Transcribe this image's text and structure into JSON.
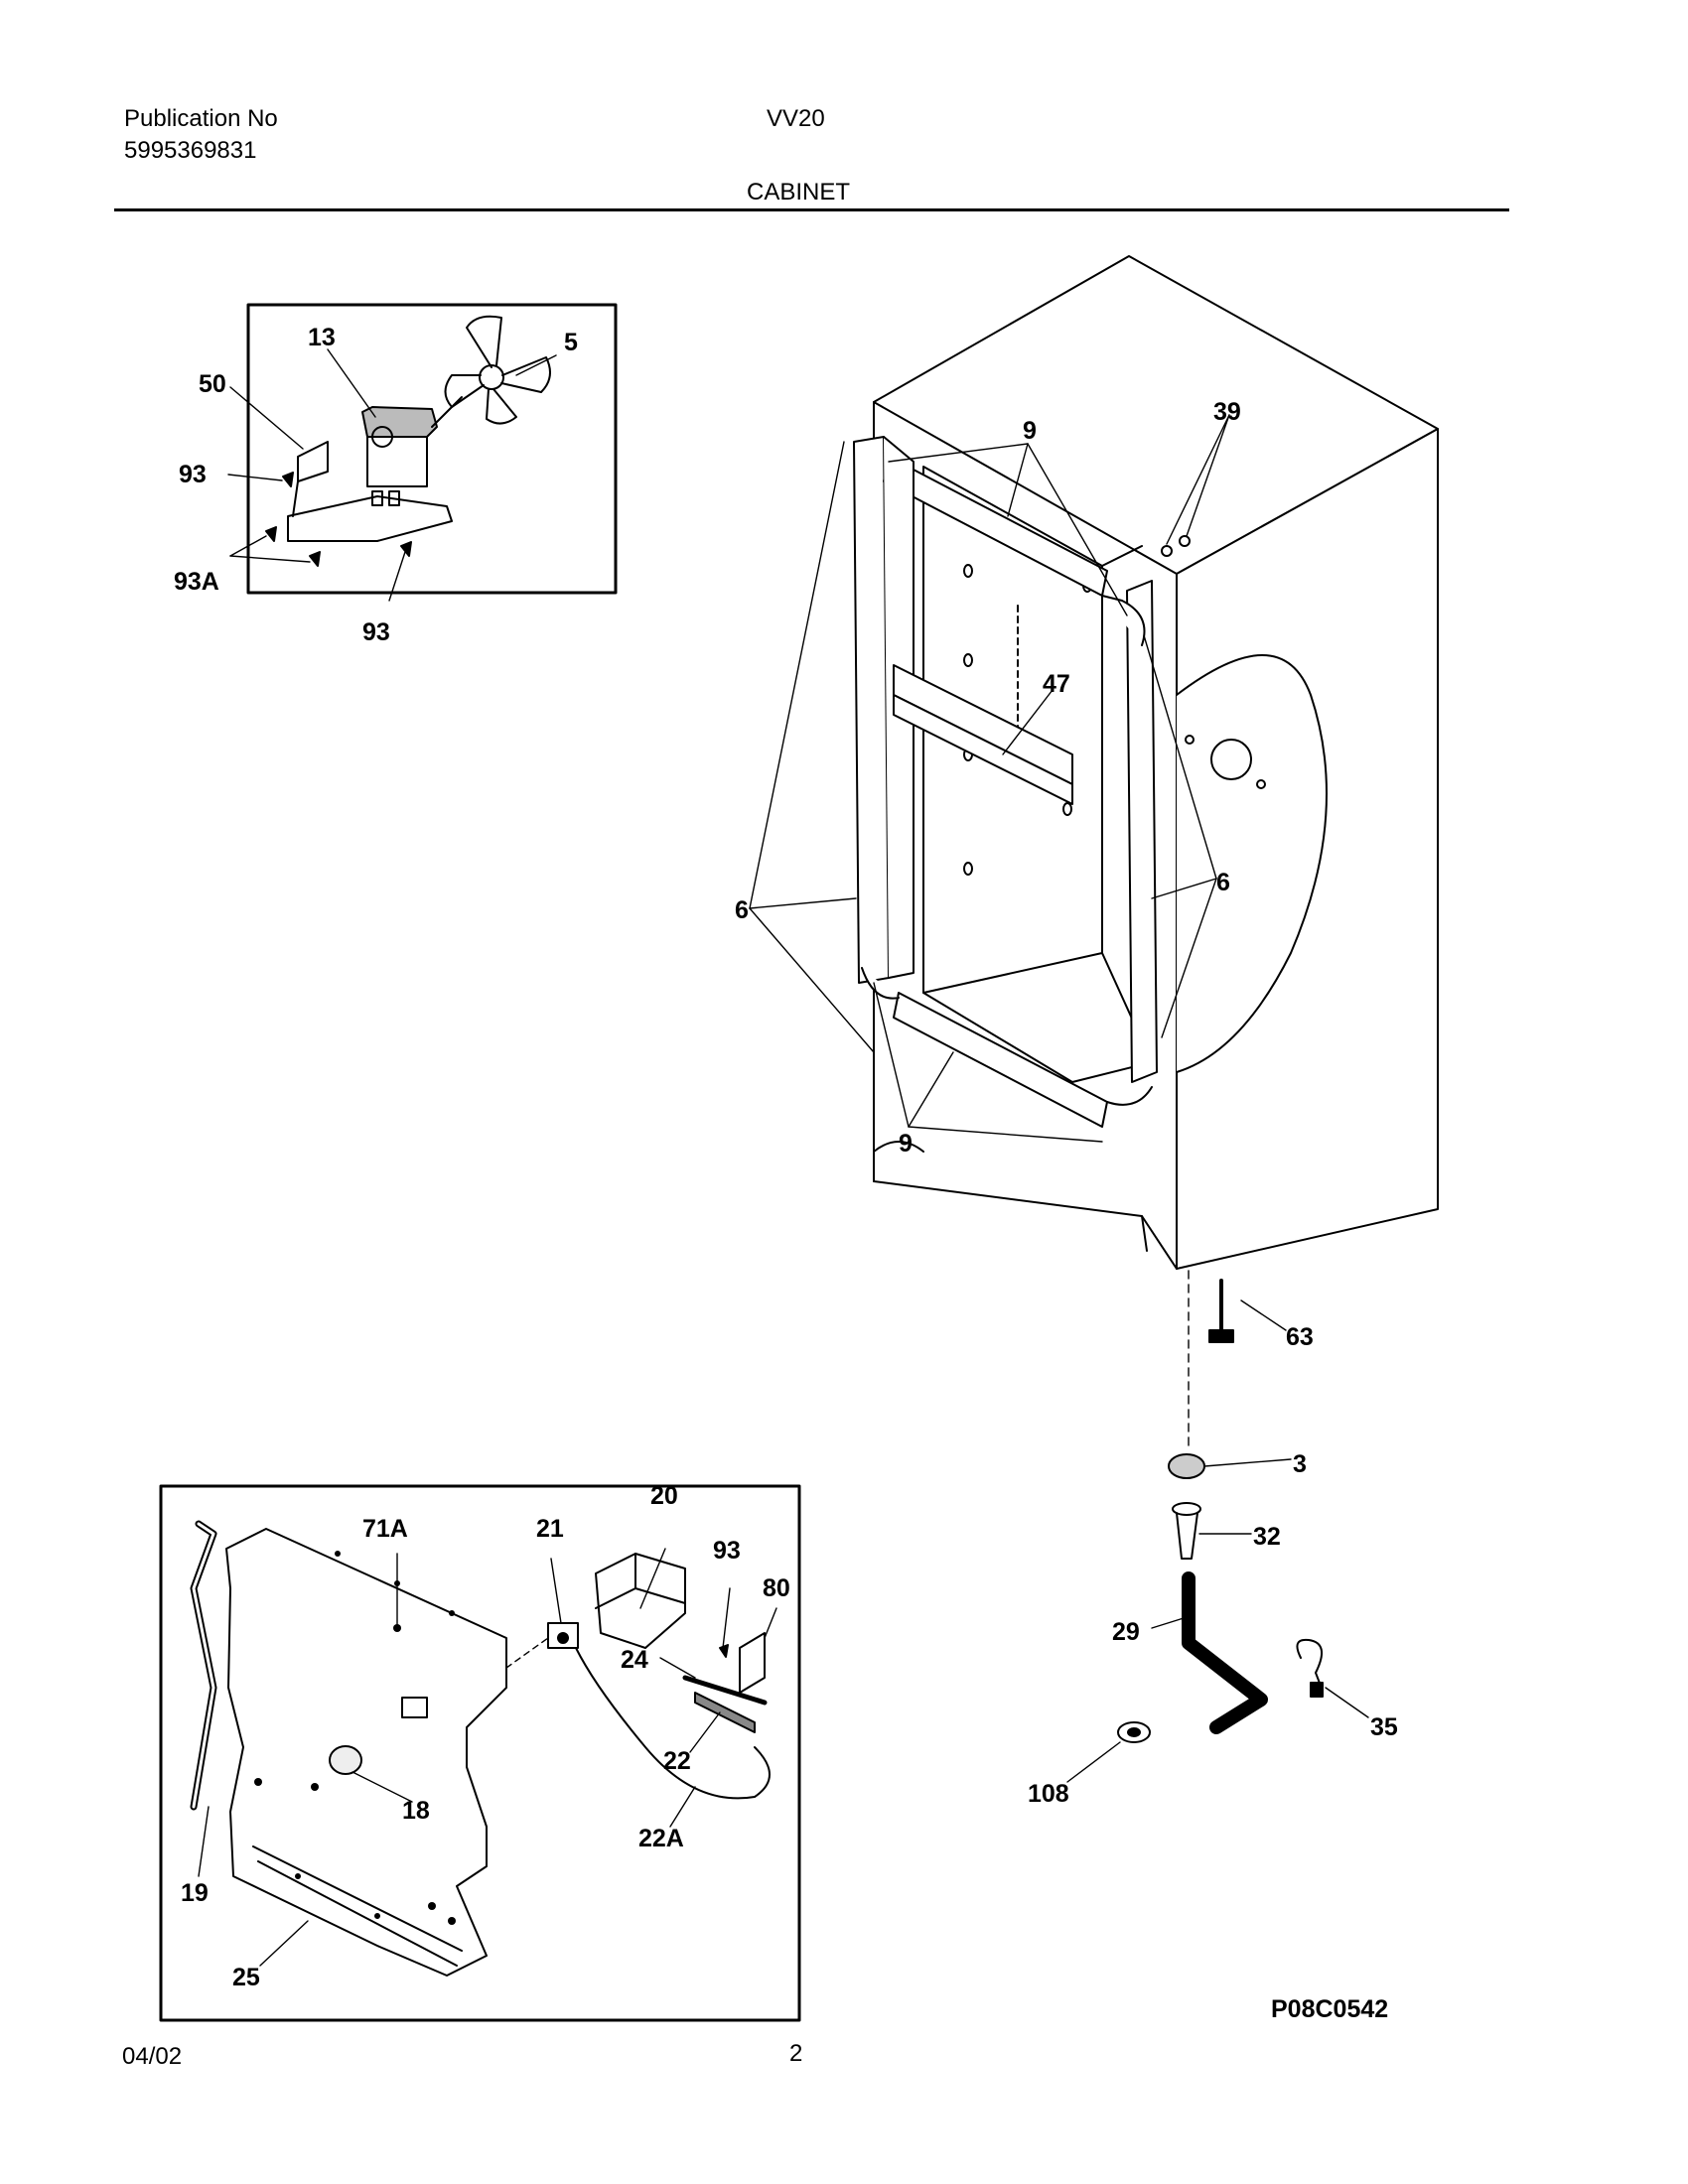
{
  "header": {
    "publication_label": "Publication No",
    "publication_number": "5995369831",
    "model": "VV20",
    "section": "CABINET"
  },
  "footer": {
    "date": "04/02",
    "page": "2",
    "drawing_code": "P08C0542"
  },
  "callouts": {
    "c13": "13",
    "c5": "5",
    "c50": "50",
    "c93a": "93",
    "c93b": "93",
    "c93A": "93A",
    "c9t": "9",
    "c39": "39",
    "c47": "47",
    "c6l": "6",
    "c6r": "6",
    "c9b": "9",
    "c63": "63",
    "c3": "3",
    "c32": "32",
    "c29": "29",
    "c35": "35",
    "c108": "108",
    "c20": "20",
    "c71A": "71A",
    "c21": "21",
    "c93c": "93",
    "c80": "80",
    "c24": "24",
    "c22": "22",
    "c22A": "22A",
    "c18": "18",
    "c19": "19",
    "c25": "25"
  }
}
